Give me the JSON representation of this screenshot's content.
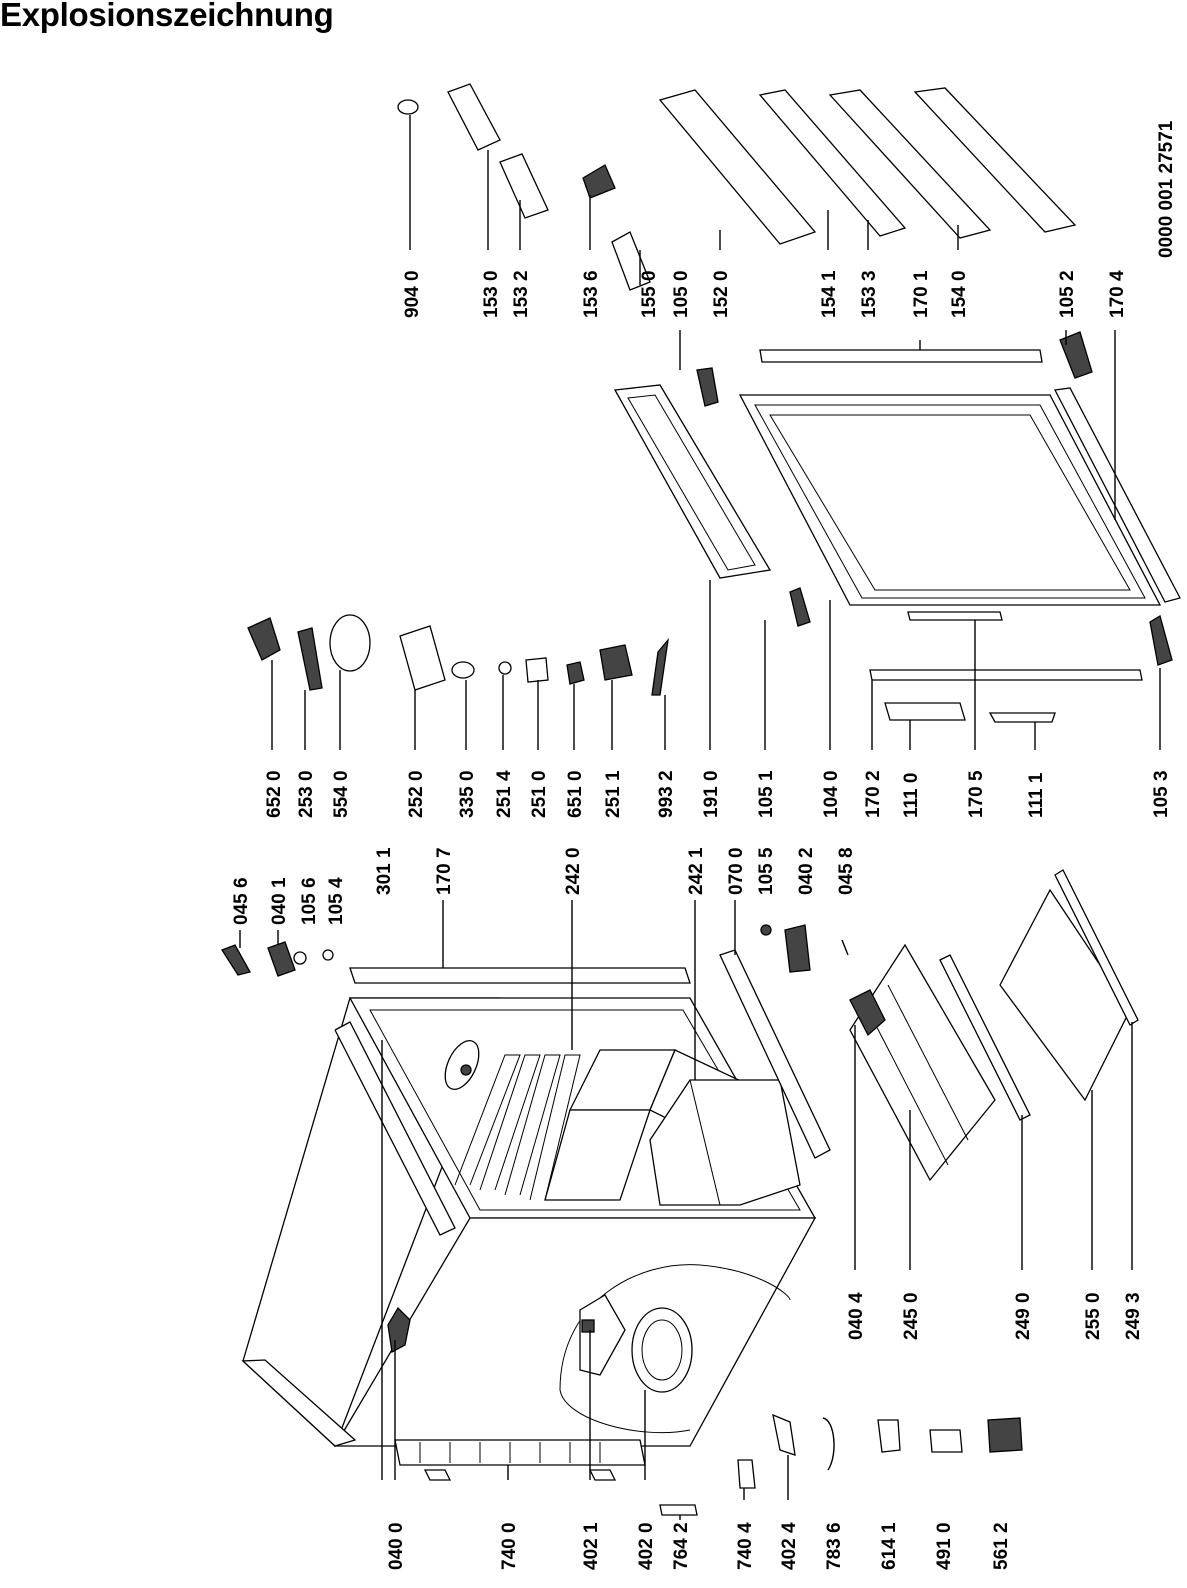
{
  "title": "Explosionszeichnung",
  "doc_number": "0000 001 27571",
  "labels": {
    "l9040": "904 0",
    "l1530": "153 0",
    "l1532": "153 2",
    "l1536": "153 6",
    "l1550": "155 0",
    "l1050": "105 0",
    "l1520": "152 0",
    "l1541": "154 1",
    "l1533": "153 3",
    "l1701": "170 1",
    "l1540": "154 0",
    "l1052": "105 2",
    "l1704": "170 4",
    "l6520": "652 0",
    "l2530": "253 0",
    "l5540": "554 0",
    "l2520": "252 0",
    "l3350": "335 0",
    "l2514": "251 4",
    "l2510": "251 0",
    "l6510": "651 0",
    "l2511": "251 1",
    "l9932": "993 2",
    "l1910": "191 0",
    "l1051": "105 1",
    "l1040": "104 0",
    "l1702": "170 2",
    "l1110": "111 0",
    "l1705": "170 5",
    "l1111": "111 1",
    "l1053": "105 3",
    "l0456": "045 6",
    "l0401": "040 1",
    "l1056": "105 6",
    "l1054": "105 4",
    "l3011": "301 1",
    "l1707": "170 7",
    "l2420": "242 0",
    "l2421": "242 1",
    "l0700": "070 0",
    "l1055": "105 5",
    "l0402": "040 2",
    "l0458": "045 8",
    "l0404": "040 4",
    "l2450": "245 0",
    "l2490": "249 0",
    "l2550": "255 0",
    "l2493": "249 3",
    "l0400": "040 0",
    "l7400": "740 0",
    "l4021": "402 1",
    "l4020": "402 0",
    "l7642": "764 2",
    "l7404": "740 4",
    "l4024": "402 4",
    "l7836": "783 6",
    "l6141": "614 1",
    "l4910": "491 0",
    "l5612": "561 2"
  }
}
